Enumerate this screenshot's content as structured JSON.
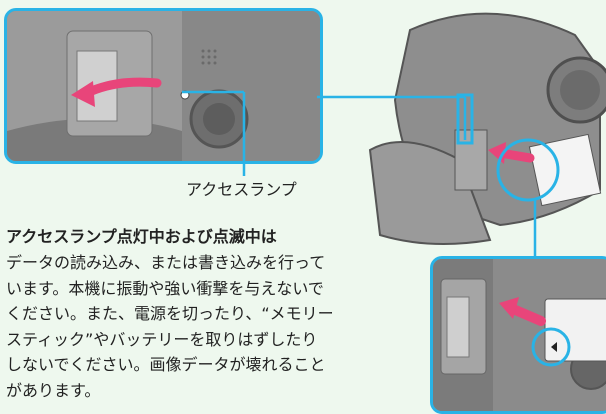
{
  "callout": {
    "label": "アクセスランプ"
  },
  "notice": {
    "heading": "アクセスランプ点灯中および点滅中は",
    "lines": [
      "データの読み込み、または書き込みを行って",
      "います。本機に振動や強い衝撃を与えないで",
      "ください。また、電源を切ったり、“メモリー",
      "スティック”やバッテリーを取りはずしたり",
      "しないでください。画像データが壊れること",
      "があります。"
    ]
  },
  "colors": {
    "background": "#eef8ee",
    "frame": "#29b3e6",
    "arrow": "#e8457a",
    "camera": "#8d8d8d"
  },
  "icons": [
    "access-lamp-icon",
    "insert-arrow-icon",
    "camera-illustration",
    "memory-stick-illustration"
  ]
}
